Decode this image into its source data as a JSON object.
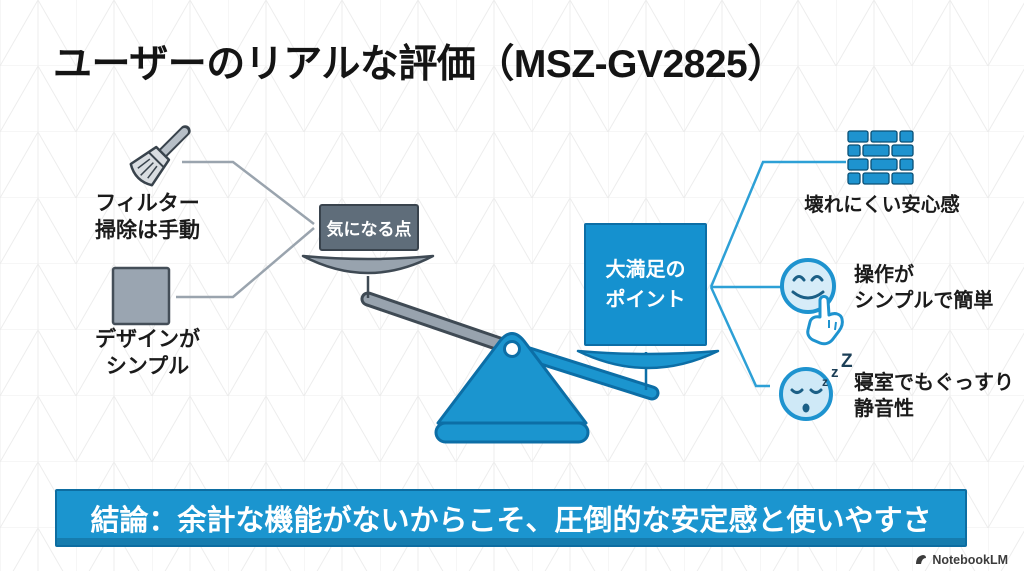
{
  "title": "ユーザーのリアルな評価（MSZ-GV2825）",
  "left_items": [
    {
      "line1": "フィルター",
      "line2": "掃除は手動",
      "icon": "broom-icon"
    },
    {
      "line1": "デザインが",
      "line2": "シンプル",
      "icon": "gray-square-icon"
    }
  ],
  "scale": {
    "concern_box_label": "気になる点",
    "satisfaction_line1": "大満足の",
    "satisfaction_line2": "ポイント"
  },
  "right_items": [
    {
      "line1": "壊れにくい安心感",
      "line2": "",
      "icon": "brick-wall-icon"
    },
    {
      "line1": "操作が",
      "line2": "シンプルで簡単",
      "icon": "tap-smiley-icon"
    },
    {
      "line1": "寝室でもぐっすり",
      "line2": "静音性",
      "icon": "sleeping-face-icon"
    }
  ],
  "zzz": [
    "z",
    "z",
    "Z"
  ],
  "conclusion": "結論：余計な機能がないからこそ、圧倒的な安定感と使いやすさ",
  "footer": {
    "brand": "NotebookLM"
  },
  "colors": {
    "accent_blue": "#1591cf",
    "accent_blue_dark": "#0c6ea6",
    "slate_gray": "#5f6d7a",
    "pan_gray": "#98a3ae",
    "outline_gray": "#3f4a54"
  }
}
